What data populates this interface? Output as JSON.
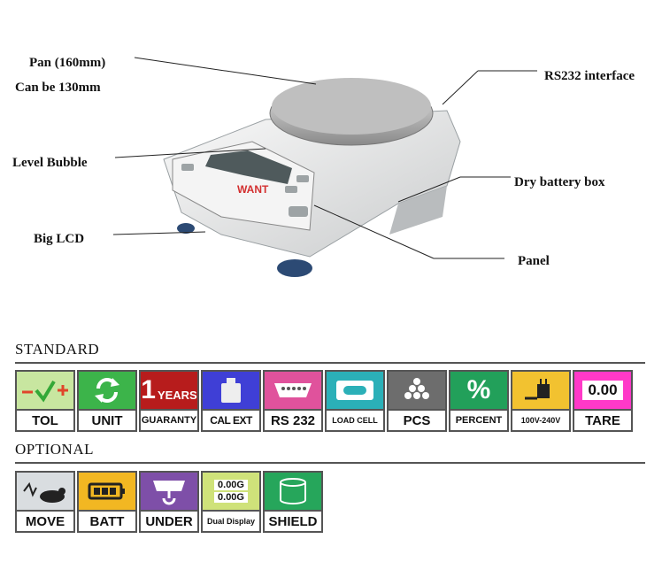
{
  "callouts": {
    "pan_line1": "Pan (160mm)",
    "pan_line2": "Can be 130mm",
    "rs232": "RS232 interface",
    "level": "Level Bubble",
    "battery": "Dry battery box",
    "lcd": "Big LCD",
    "panel": "Panel"
  },
  "scale_brand": "WANT",
  "standard": {
    "title": "STANDARD",
    "tiles": [
      {
        "label": "TOL",
        "bg": "#c8e6a0",
        "icon": "tol-icon"
      },
      {
        "label": "UNIT",
        "bg": "#3cb44a",
        "icon": "refresh-arrows-icon"
      },
      {
        "label": "GUARANTY",
        "bg": "#b71c1c",
        "icon": "one-years-icon",
        "big": "1",
        "small": "YEARS"
      },
      {
        "label": "CAL EXT",
        "bg": "#3f3fd6",
        "icon": "calibration-weight-icon"
      },
      {
        "label": "RS 232",
        "bg": "#e0529c",
        "icon": "db9-connector-icon"
      },
      {
        "label": "LOAD CELL",
        "bg": "#2bb0b8",
        "icon": "load-cell-icon"
      },
      {
        "label": "PCS",
        "bg": "#6d6d6d",
        "icon": "pile-of-balls-icon"
      },
      {
        "label": "PERCENT",
        "bg": "#22a05a",
        "icon": "percent-icon",
        "symbol": "%"
      },
      {
        "label": "100V-240V",
        "bg": "#f2c230",
        "icon": "power-adapter-icon"
      },
      {
        "label": "TARE",
        "bg": "#ff39c8",
        "icon": "tare-display-icon",
        "display": "0.00"
      }
    ]
  },
  "optional": {
    "title": "OPTIONAL",
    "tiles": [
      {
        "label": "MOVE",
        "bg": "#d9dde0",
        "icon": "moving-animal-icon"
      },
      {
        "label": "BATT",
        "bg": "#f2b722",
        "icon": "battery-icon"
      },
      {
        "label": "UNDER",
        "bg": "#7e4fa8",
        "icon": "hook-weighing-icon"
      },
      {
        "label": "Dual Display",
        "bg": "#cfe27a",
        "icon": "dual-display-icon",
        "display1": "0.00G",
        "display2": "0.00G"
      },
      {
        "label": "SHIELD",
        "bg": "#26a65b",
        "icon": "draft-shield-icon"
      }
    ]
  }
}
